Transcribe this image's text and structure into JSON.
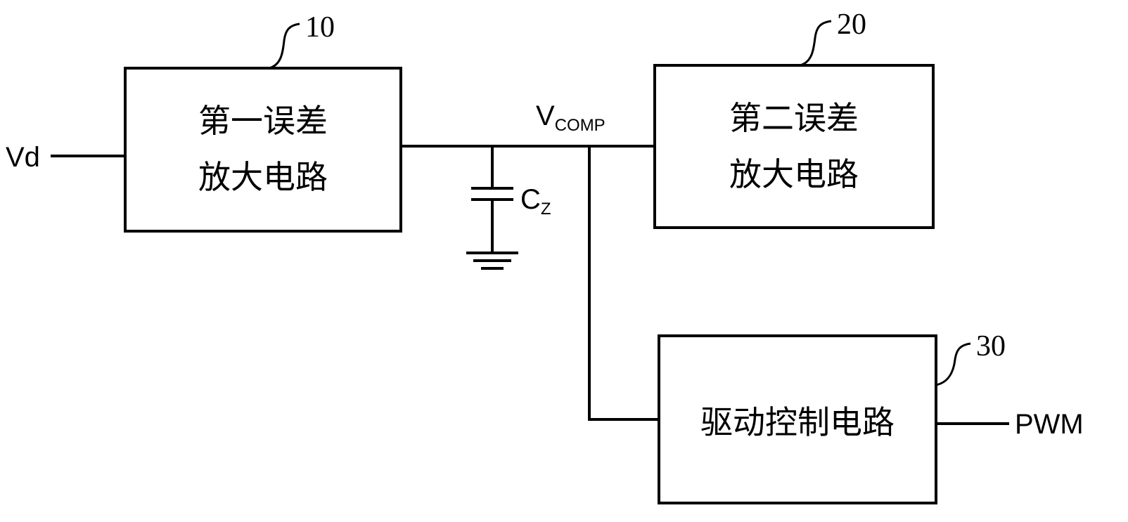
{
  "blocks": {
    "first": {
      "ref": "10",
      "line1": "第一误差",
      "line2": "放大电路"
    },
    "second": {
      "ref": "20",
      "line1": "第二误差",
      "line2": "放大电路"
    },
    "driver": {
      "ref": "30",
      "line1": "驱动控制电路"
    }
  },
  "signals": {
    "input": "Vd",
    "comp_main": "V",
    "comp_sub": "COMP",
    "cap_main": "C",
    "cap_sub": "Z",
    "output": "PWM"
  }
}
